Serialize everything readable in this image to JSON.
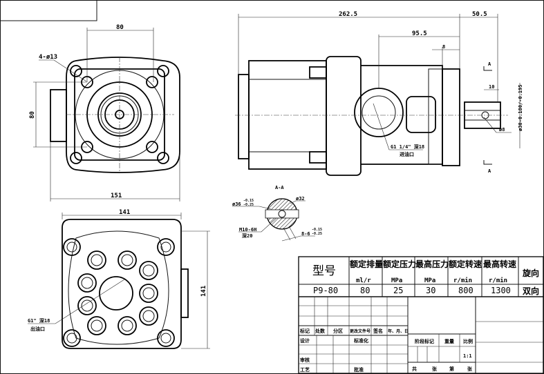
{
  "front_view": {
    "dim_bolt_spacing_h": "80",
    "dim_bolt_spacing_v": "80",
    "bolt_holes": "4-ø13",
    "dim_width": "151"
  },
  "rear_view": {
    "dim_width": "141",
    "dim_height": "141",
    "outlet_thread": "G1\" 深18",
    "outlet_label": "出油口"
  },
  "side_view": {
    "dim_length": "262.5",
    "dim_shaft_length": "50.5",
    "dim_inlet_position": "95.5",
    "dim_key": "8",
    "dim_shaft_key": "10",
    "inlet_thread": "G1 1/4\" 深18",
    "inlet_label": "进油口",
    "pin_hole": "ø8",
    "shaft_diameter": "ø30-0.180/-0.195",
    "section_marker": "A"
  },
  "section_view": {
    "title": "A-A",
    "outer_diameter": "ø36",
    "outer_tol_upper": "-0.15",
    "outer_tol_lower": "-0.25",
    "inner_diameter": "ø32",
    "thread": "M10-6H",
    "thread_depth": "深20",
    "spline": "8-6",
    "spline_tol_upper": "-0.15",
    "spline_tol_lower": "-0.25"
  },
  "spec_table": {
    "headers": [
      {
        "name": "型号",
        "unit": ""
      },
      {
        "name": "额定排量",
        "unit": "ml/r"
      },
      {
        "name": "额定压力",
        "unit": "MPa"
      },
      {
        "name": "最高压力",
        "unit": "MPa"
      },
      {
        "name": "额定转速",
        "unit": "r/min"
      },
      {
        "name": "最高转速",
        "unit": "r/min"
      },
      {
        "name": "旋向",
        "unit": ""
      }
    ],
    "values": [
      "P9-80",
      "80",
      "25",
      "30",
      "800",
      "1300",
      "双向"
    ]
  },
  "title_block": {
    "mark": "标记",
    "count": "处数",
    "zone": "分区",
    "change_doc": "更改文件号",
    "signature": "签名",
    "date": "年、月、日",
    "design": "设计",
    "standardize": "标准化",
    "review": "审核",
    "process": "工艺",
    "approve": "批准",
    "stage_mark": "阶段标记",
    "weight": "重量",
    "scale": "比例",
    "scale_value": "1:1",
    "total": "共",
    "sheets": "张",
    "sheet_no": "第",
    "sheet": "张"
  }
}
